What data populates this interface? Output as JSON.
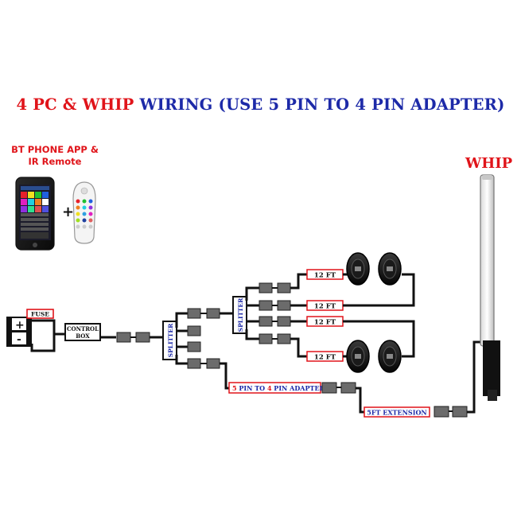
{
  "title": {
    "p1": "4 PC & ",
    "p2": "WHIP",
    "p3": " WIRING (USE 5 PIN TO 4 PIN ADAPTER)"
  },
  "app_label_line1": "BT PHONE APP &",
  "app_label_line2": "IR Remote",
  "plus_sign": "+",
  "whip_label": "WHIP",
  "battery": {
    "plus": "+",
    "minus": "-"
  },
  "fuse_label": "FUSE",
  "control_box_label_1": "CONTROL",
  "control_box_label_2": "BOX",
  "splitter_label": "SPLITTER",
  "extension_labels": [
    "12 FT",
    "12 FT",
    "12 FT",
    "12 FT"
  ],
  "adapter_label": {
    "pin5": "5",
    "mid": " PIN TO ",
    "pin4": "4",
    "end": " PIN ADAPTER"
  },
  "extension_5ft_label": "5FT EXTENSION",
  "colors": {
    "red": "#e0141a",
    "blue": "#1d2aa8",
    "wire": "#111111",
    "connector": "#6b6b6b"
  }
}
